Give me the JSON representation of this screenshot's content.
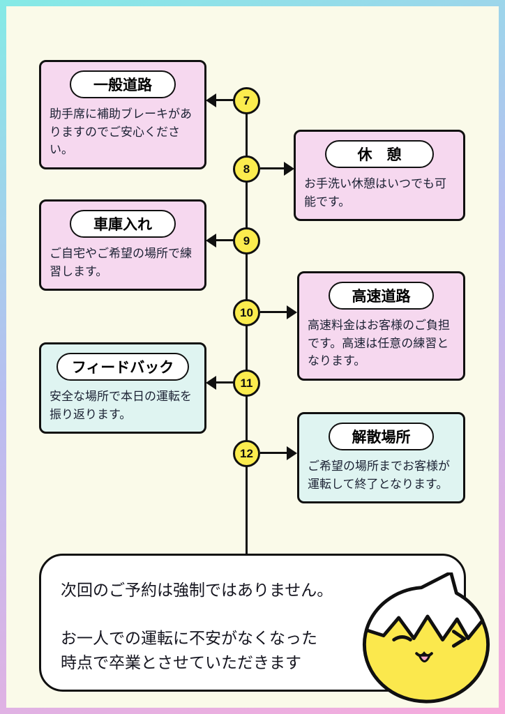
{
  "steps": [
    {
      "num": "7",
      "title": "一般道路",
      "body": "助手席に補助ブレーキがありますのでご安心ください。",
      "theme": "pink"
    },
    {
      "num": "8",
      "title": "休　憩",
      "body": "お手洗い休憩はいつでも可能です。",
      "theme": "pink"
    },
    {
      "num": "9",
      "title": "車庫入れ",
      "body": "ご自宅やご希望の場所で練習します。",
      "theme": "pink"
    },
    {
      "num": "10",
      "title": "高速道路",
      "body": "高速料金はお客様のご負担です。高速は任意の練習となります。",
      "theme": "pink"
    },
    {
      "num": "11",
      "title": "フィードバック",
      "body": "安全な場所で本日の運転を振り返ります。",
      "theme": "cyan"
    },
    {
      "num": "12",
      "title": "解散場所",
      "body": "ご希望の場所までお客様が運転して終了となります。",
      "theme": "cyan"
    }
  ],
  "footer": {
    "note": "次回のご予約は強制ではありません。\n\nお一人での運転に不安がなくなった\n時点で卒業とさせていただきます"
  },
  "icons": {
    "mascot": "hatching-chick"
  },
  "colors": {
    "card_pink": "#f6d8ef",
    "card_cyan": "#dff4f1",
    "step_badge_yellow": "#fbec4e",
    "background_cream": "#fafae9",
    "outline_black": "#101010",
    "mascot_yellow": "#fbe84d",
    "tongue_pink": "#f7a6c6",
    "border_gradient": [
      "#84eae6",
      "#b9bdf0",
      "#f7abdc"
    ]
  }
}
